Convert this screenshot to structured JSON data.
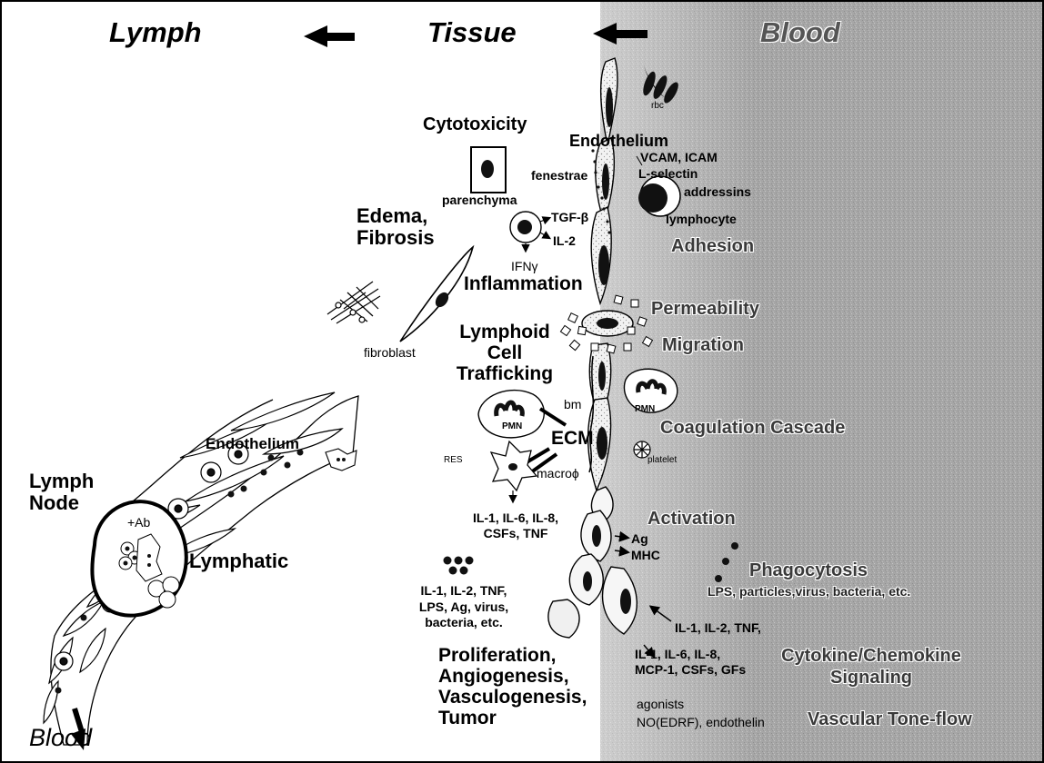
{
  "header": {
    "lymph": "Lymph",
    "tissue": "Tissue",
    "blood": "Blood"
  },
  "labels": {
    "rbc": "rbc",
    "cytotoxicity": "Cytotoxicity",
    "endothelium_top": "Endothelium",
    "vcam_icam": "VCAM, ICAM",
    "l_selectin": "L-selectin",
    "fenestrae": "fenestrae",
    "addressins": "addressins",
    "lymphocyte": "lymphocyte",
    "parenchyma": "parenchyma",
    "tgf_beta": "TGF-β",
    "il2": "IL-2",
    "ifn_gamma": "IFNγ",
    "edema_fibrosis": "Edema,\nFibrosis",
    "adhesion": "Adhesion",
    "inflammation": "Inflammation",
    "permeability": "Permeability",
    "lymphoid_trafficking": "Lymphoid\nCell\nTrafficking",
    "migration": "Migration",
    "fibroblast": "fibroblast",
    "pmn_left": "PMN",
    "pmn_right": "PMN",
    "bm": "bm",
    "coagulation": "Coagulation Cascade",
    "ecm": "ECM",
    "platelet": "platelet",
    "endothelium_left": "Endothelium",
    "res": "RES",
    "macrophage": "macroϕ",
    "lymph_node": "Lymph\nNode",
    "activation": "Activation",
    "plus_ab": "+Ab",
    "il_list_1": "IL-1, IL-6, IL-8,\nCSFs, TNF",
    "ag": "Ag",
    "mhc": "MHC",
    "lymphatic": "Lymphatic",
    "phagocytosis": "Phagocytosis",
    "il_list_2": "IL-1, IL-2, TNF,\nLPS, Ag, virus,\nbacteria, etc.",
    "lps_particles": "LPS, particles,virus, bacteria, etc.",
    "il_list_3": "IL-1, IL-2, TNF,",
    "proliferation": "Proliferation,\nAngiogenesis,\nVasculogenesis,\nTumor",
    "il_list_4": "IL-1, IL-6, IL-8,\nMCP-1, CSFs, GFs",
    "cytokine_signaling": "Cytokine/Chemokine\nSignaling",
    "agonists": "agonists",
    "no_edrf": "NO(EDRF), endothelin",
    "vascular_tone": "Vascular Tone-flow",
    "blood_bottom": "Blood"
  },
  "colors": {
    "blood_region": "#a9a9a9",
    "ink": "#000000",
    "outlined_label": "#3a3a3a"
  }
}
